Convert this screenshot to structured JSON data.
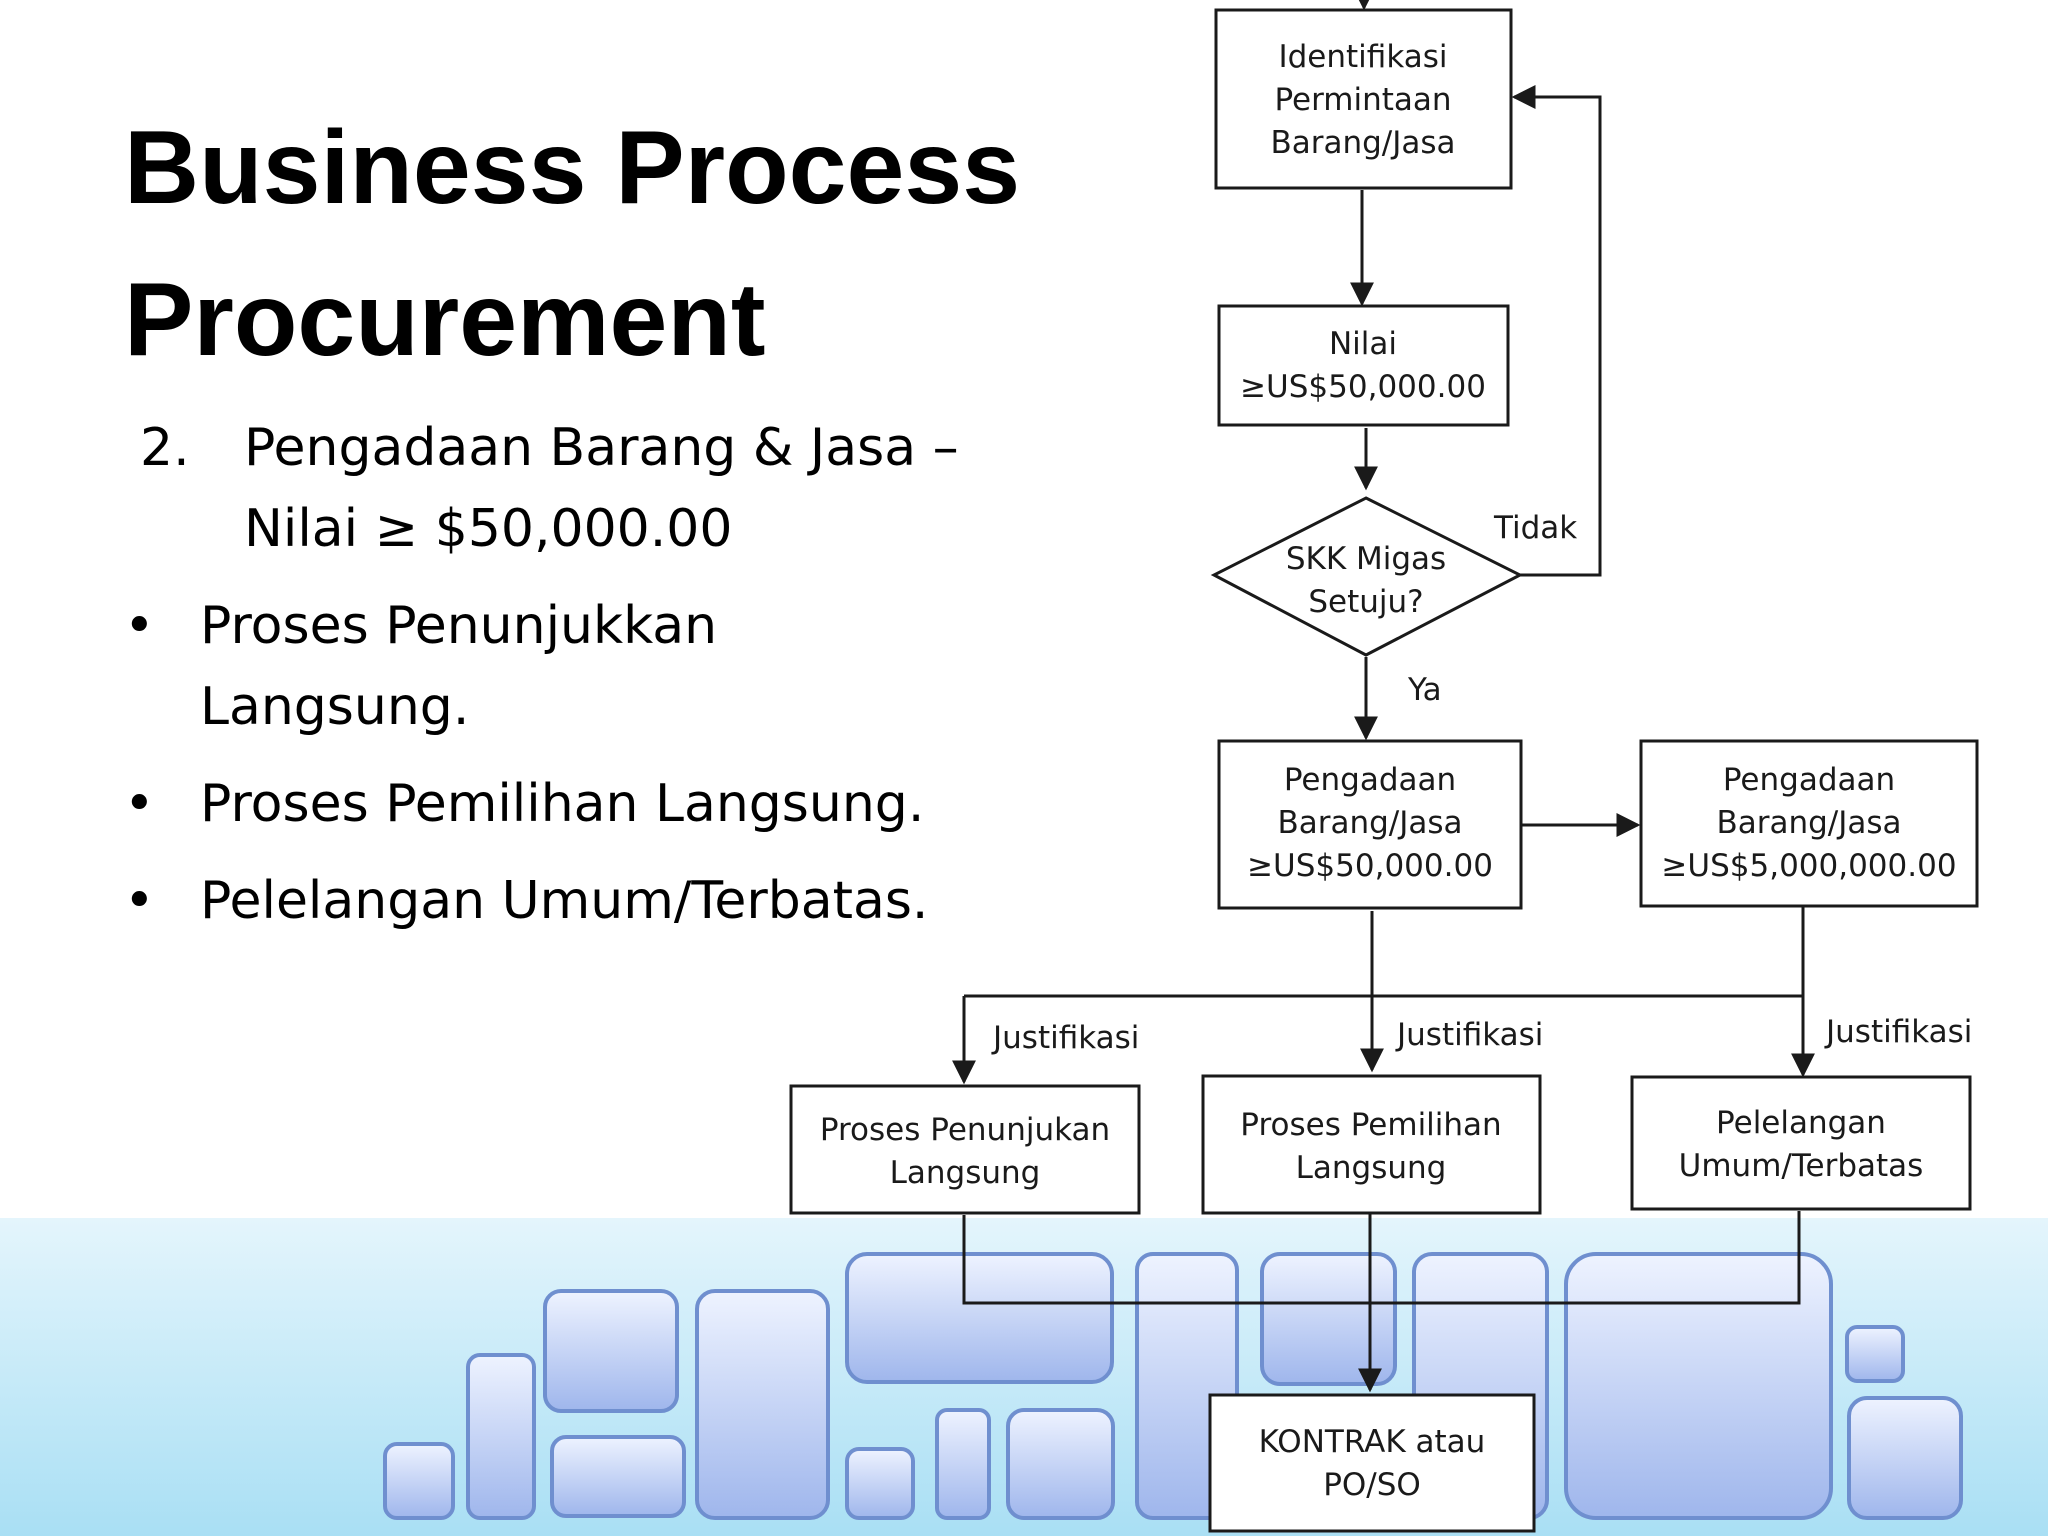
{
  "title": {
    "line1": "Business Process",
    "line2": "Procurement"
  },
  "numbered_item": {
    "marker": "2.",
    "line1": "Pengadaan Barang & Jasa –",
    "line2": "Nilai ≥ $50,000.00"
  },
  "bullets": [
    {
      "line1": "Proses Penunjukkan",
      "line2": "Langsung."
    },
    {
      "line1": "Proses Pemilihan Langsung."
    },
    {
      "line1": "Pelelangan Umum/Terbatas."
    }
  ],
  "bullet_symbol": "•",
  "flowchart": {
    "nodes": {
      "identifikasi": [
        "Identifikasi",
        "Permintaan",
        "Barang/Jasa"
      ],
      "nilai": [
        "Nilai",
        "≥US$50,000.00"
      ],
      "skk": [
        "SKK Migas",
        "Setuju?"
      ],
      "pengadaan_50k": [
        "Pengadaan",
        "Barang/Jasa",
        "≥US$50,000.00"
      ],
      "pengadaan_5m": [
        "Pengadaan",
        "Barang/Jasa",
        "≥US$5,000,000.00"
      ],
      "penunjukan": [
        "Proses Penunjukan",
        "Langsung"
      ],
      "pemilihan": [
        "Proses Pemilihan",
        "Langsung"
      ],
      "pelelangan": [
        "Pelelangan",
        "Umum/Terbatas"
      ],
      "kontrak": [
        "KONTRAK atau",
        "PO/SO"
      ]
    },
    "edge_labels": {
      "tidak": "Tidak",
      "ya": "Ya",
      "justifikasi_left": "Justifikasi",
      "justifikasi_mid": "Justifikasi",
      "justifikasi_right": "Justifikasi"
    }
  },
  "colors": {
    "band_top": "#e4f5fc",
    "band_bottom": "#a9dff4",
    "tile_fill_top": "#eef3ff",
    "tile_fill_bottom": "#9fb6ec",
    "tile_border": "#6f8fcf"
  }
}
